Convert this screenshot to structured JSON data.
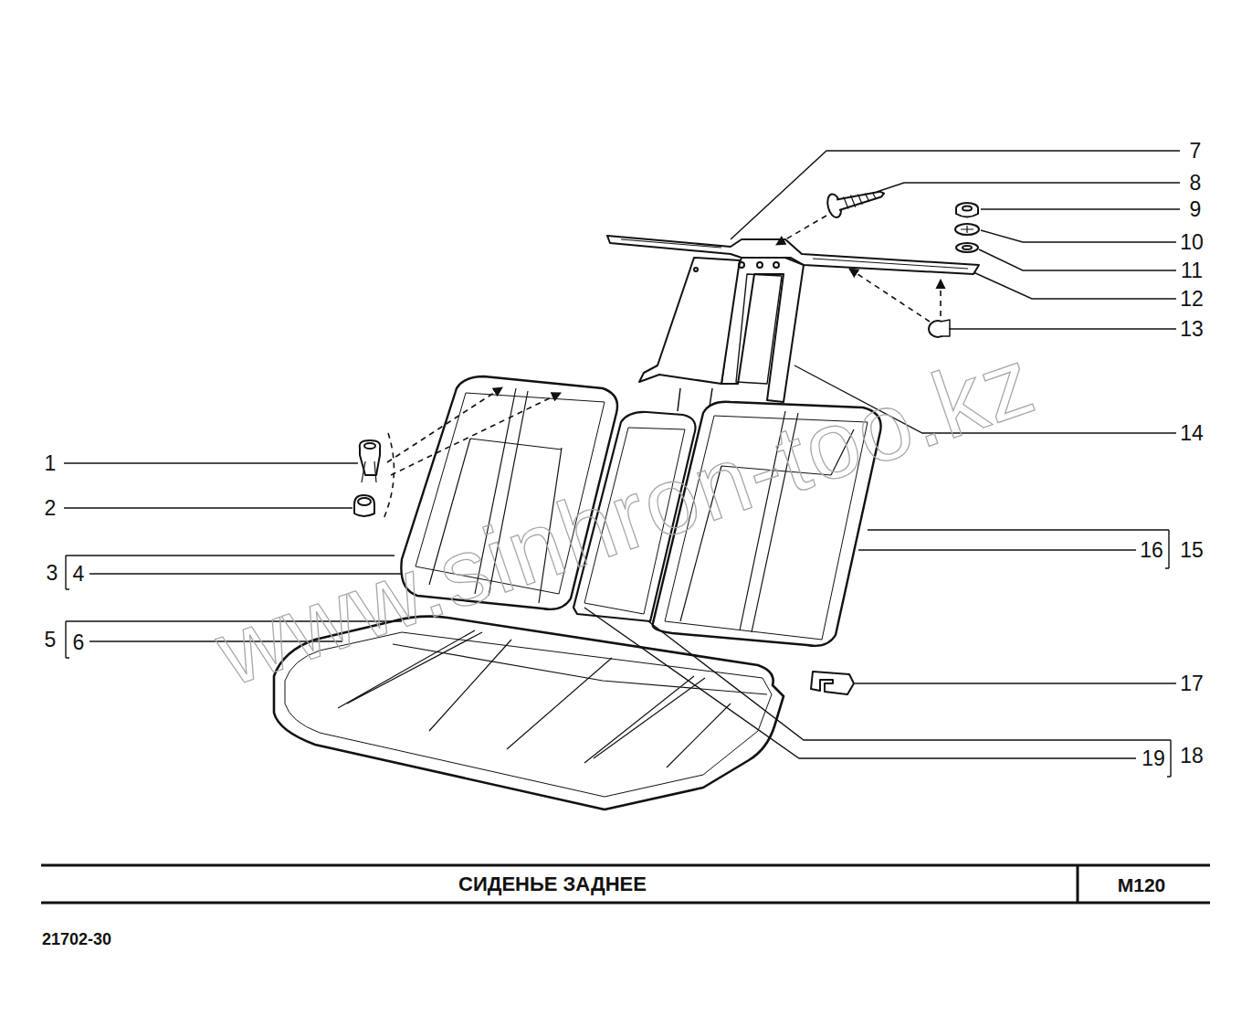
{
  "diagram": {
    "title": "СИДЕНЬЕ ЗАДНЕЕ",
    "labels": [
      "7",
      "8",
      "9",
      "10",
      "11",
      "12",
      "13",
      "14",
      "1",
      "2",
      "3",
      "4",
      "16",
      "15",
      "5",
      "6",
      "17",
      "19",
      "18",
      "www.sinhron-too.kz",
      "М120",
      "21702-30"
    ]
  }
}
